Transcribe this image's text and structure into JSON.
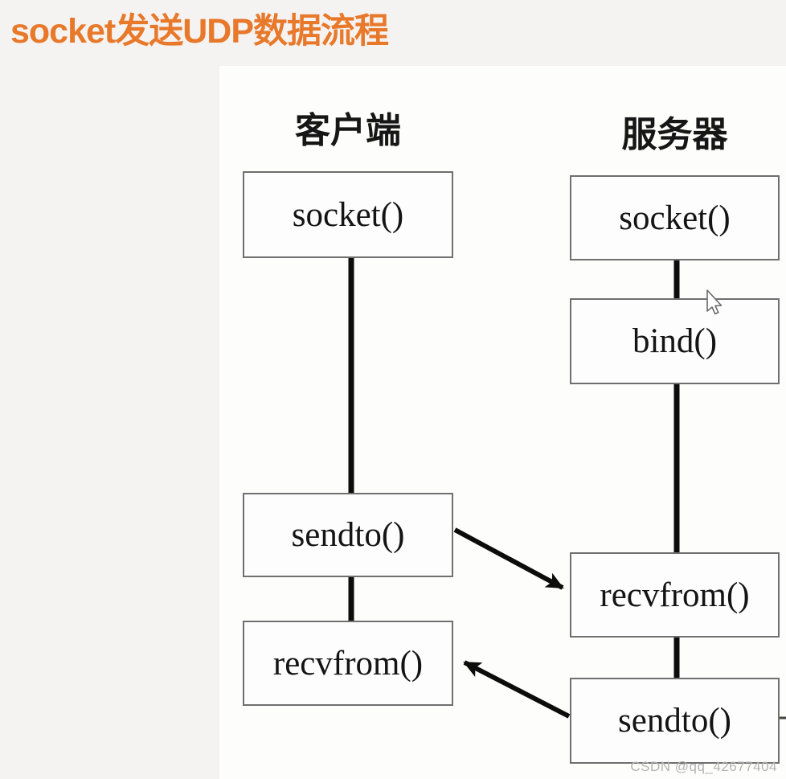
{
  "page": {
    "title": "socket发送UDP数据流程",
    "watermark": "CSDN @qq_42677404"
  },
  "colors": {
    "title_orange": "#e8782a",
    "page_background": "#f4f3f2",
    "card_background": "#fdfdfc",
    "box_border": "#6f6f6f",
    "connector_black": "#0c0c0c",
    "watermark_gray": "#b3b3b3"
  },
  "diagram": {
    "columns": [
      {
        "header": "客户端",
        "nodes": [
          {
            "label": "socket()"
          },
          {
            "label": "sendto()"
          },
          {
            "label": "recvfrom()"
          }
        ]
      },
      {
        "header": "服务器",
        "nodes": [
          {
            "label": "socket()"
          },
          {
            "label": "bind()"
          },
          {
            "label": "recvfrom()"
          },
          {
            "label": "sendto()"
          }
        ]
      }
    ],
    "edges": [
      {
        "from": "client.socket",
        "to": "client.sendto",
        "type": "line"
      },
      {
        "from": "client.sendto",
        "to": "client.recvfrom",
        "type": "line"
      },
      {
        "from": "server.socket",
        "to": "server.bind",
        "type": "line"
      },
      {
        "from": "server.bind",
        "to": "server.recvfrom",
        "type": "line"
      },
      {
        "from": "server.recvfrom",
        "to": "server.sendto",
        "type": "line"
      },
      {
        "from": "client.sendto",
        "to": "server.recvfrom",
        "type": "arrow"
      },
      {
        "from": "server.sendto",
        "to": "client.recvfrom",
        "type": "arrow"
      }
    ],
    "cursor": "mouse-arrow-cursor"
  }
}
